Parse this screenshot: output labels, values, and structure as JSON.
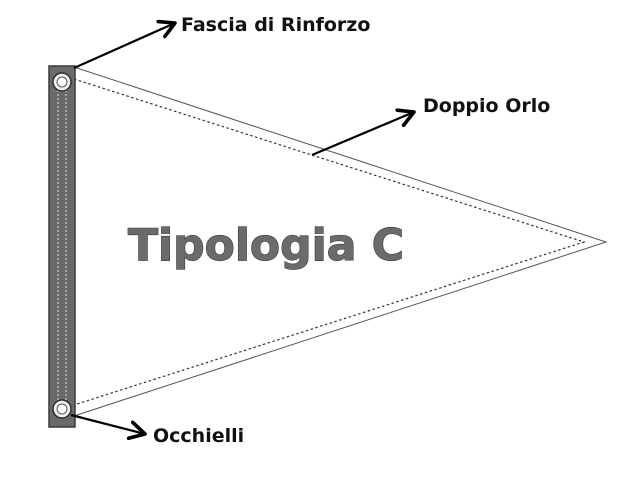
{
  "diagram": {
    "title": "Tipologia C",
    "labels": {
      "reinforcement_strip": "Fascia di Rinforzo",
      "double_hem": "Doppio Orlo",
      "grommets": "Occhielli"
    }
  },
  "colors": {
    "strip_fill": "#6a6a6a",
    "strip_stroke": "#3a3a3a",
    "outline": "#444444",
    "title_fill": "#6b6b6b",
    "arrow": "#000000"
  }
}
